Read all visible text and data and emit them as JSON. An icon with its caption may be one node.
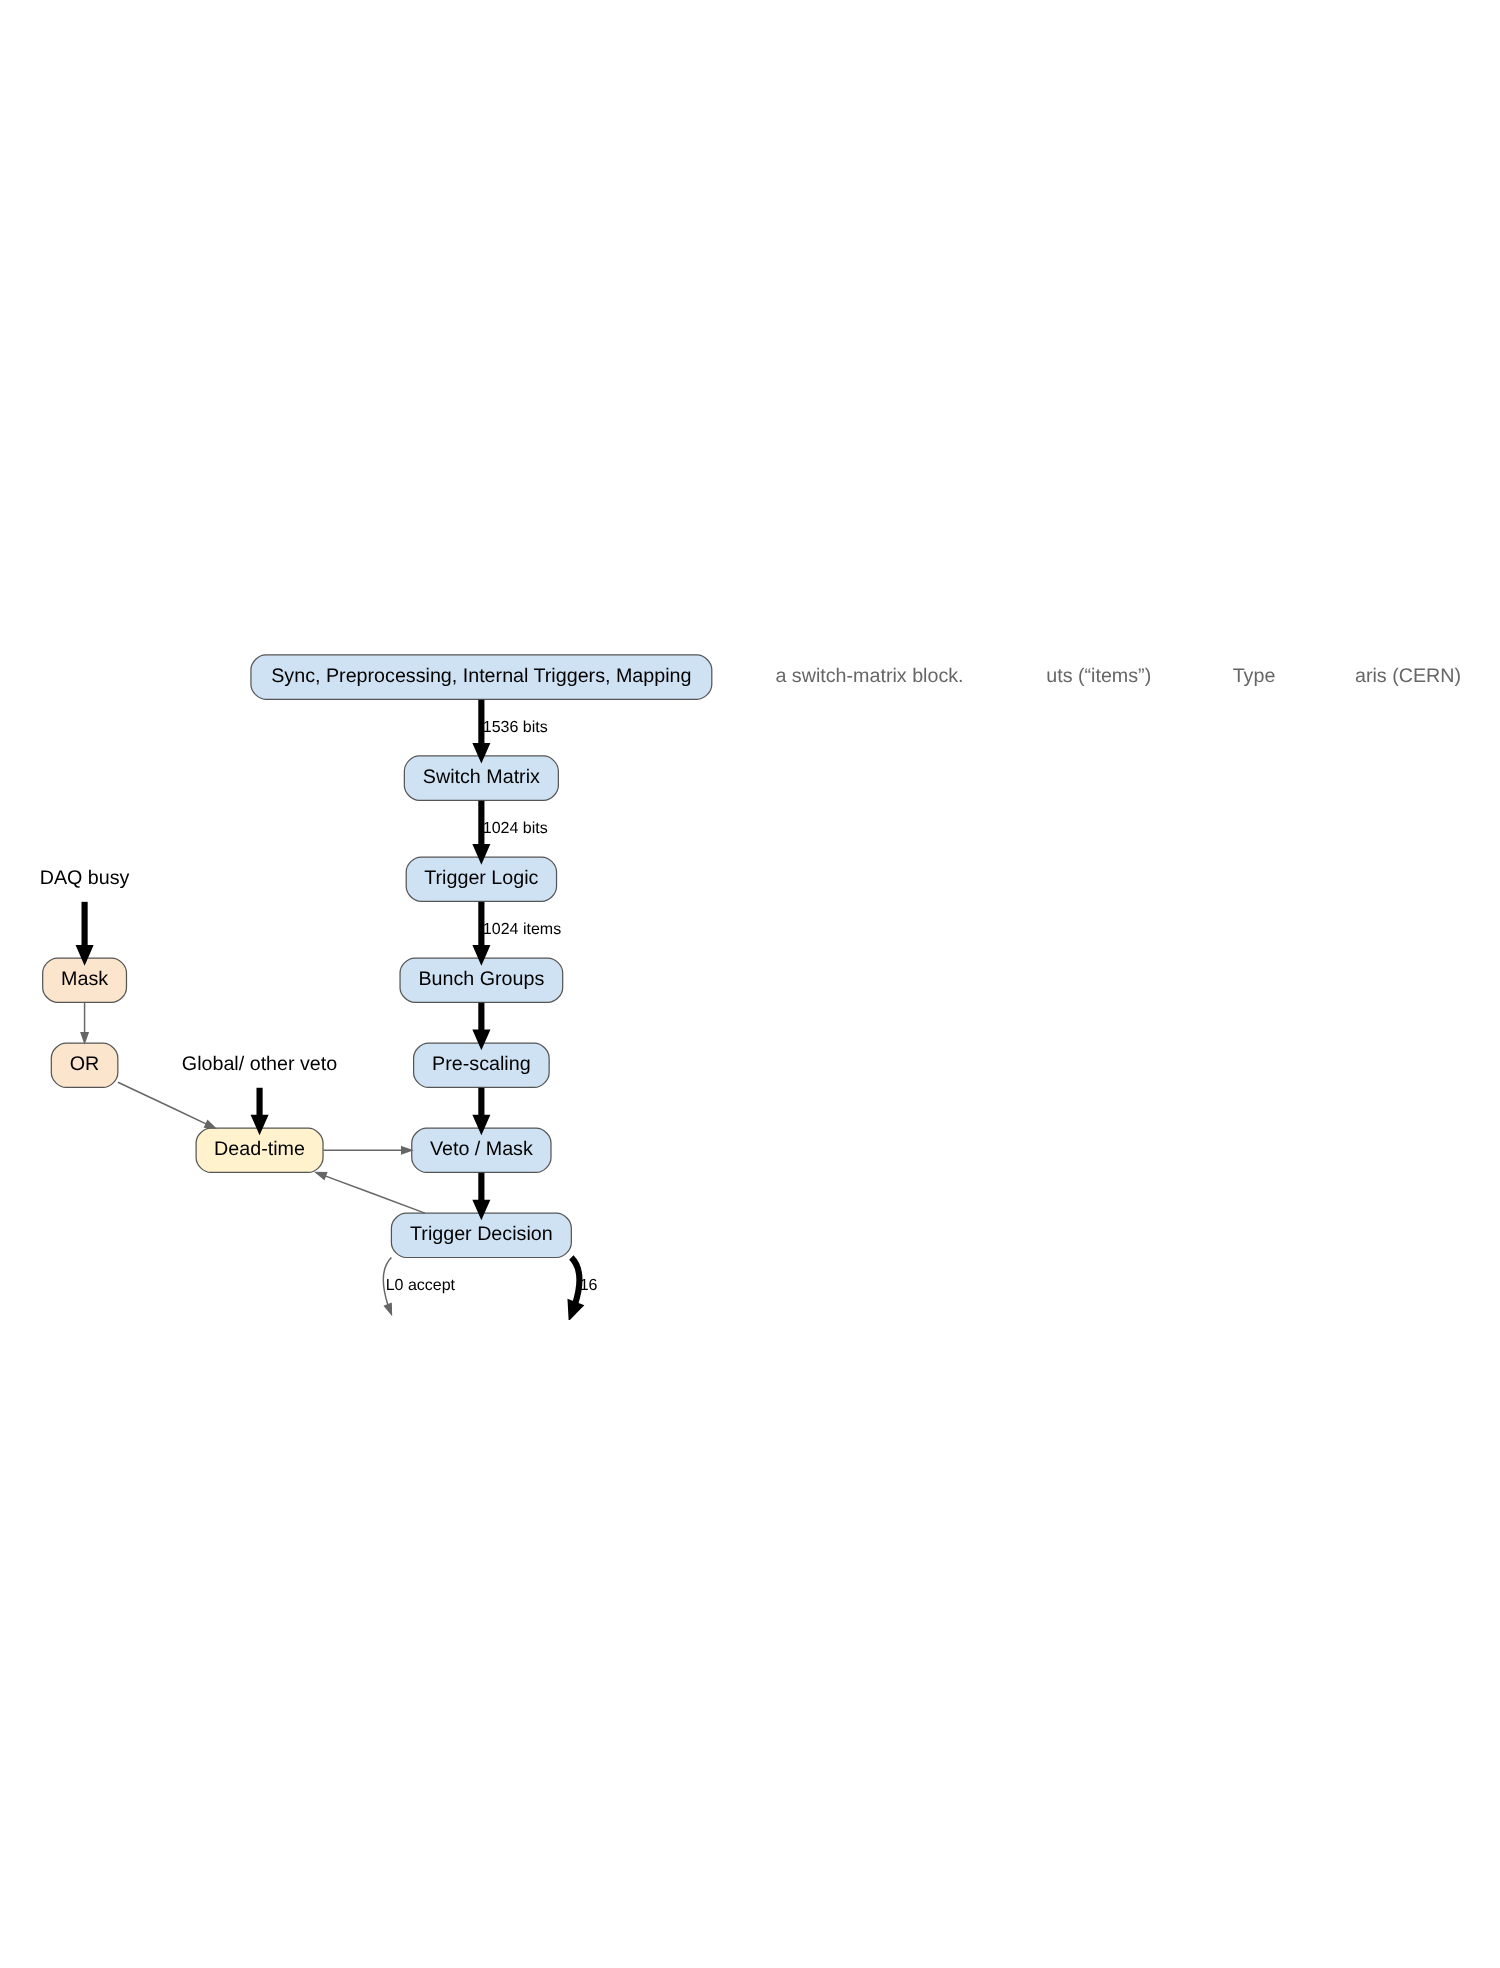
{
  "diagram": {
    "nodes": [
      {
        "text": [
          "Sync, Preprocessing, Internal Triggers, Mapping"
        ]
      },
      {
        "text": [
          "Switch Matrix"
        ]
      },
      {
        "text": [
          "Trigger Logic"
        ]
      },
      {
        "text": [
          "Bunch Groups"
        ]
      },
      {
        "text": [
          "Pre-scaling"
        ]
      },
      {
        "text": [
          "Veto / Mask"
        ]
      },
      {
        "text": [
          "Trigger Decision"
        ]
      },
      {
        "text": [
          "DAQ busy"
        ]
      },
      {
        "text": [
          "Mask"
        ]
      },
      {
        "text": [
          "OR"
        ]
      },
      {
        "text": [
          "Global/ other veto"
        ]
      },
      {
        "text": [
          "Dead-time"
        ]
      }
    ],
    "edges": [
      {
        "from": 0,
        "to": 1,
        "arrow": "to",
        "label": "1536 bits"
      },
      {
        "from": 1,
        "to": 2,
        "arrow": "to",
        "label": "1024 bits"
      },
      {
        "from": 2,
        "to": 3,
        "arrow": "to",
        "label": "1024 items"
      },
      {
        "from": 3,
        "to": 4,
        "arrow": "to"
      },
      {
        "from": 4,
        "to": 5,
        "arrow": "to"
      },
      {
        "from": 5,
        "to": 6,
        "arrow": "to"
      },
      {
        "from": 6,
        "to": null,
        "arrow": "to",
        "label": "16"
      },
      {
        "from": 7,
        "to": 8,
        "arrow": "to"
      },
      {
        "from": 8,
        "to": 9,
        "arrow": "to",
        "color": "#666666"
      },
      {
        "from": 9,
        "to": 11,
        "arrow": "to",
        "color": "#666666"
      },
      {
        "from": 10,
        "to": 11,
        "arrow": "to"
      },
      {
        "from": 11,
        "to": 5,
        "arrow": "to",
        "color": "#666666"
      },
      {
        "from": 6,
        "to": 11,
        "arrow": "to",
        "color": "#666666"
      },
      {
        "from": 6,
        "to": null,
        "arrow": "to",
        "label": "L0 accept",
        "color": "#666666"
      }
    ],
    "labels": [
      "a switch-matrix block.",
      "uts (“items”)",
      "Type",
      "aris (CERN)"
    ]
  }
}
